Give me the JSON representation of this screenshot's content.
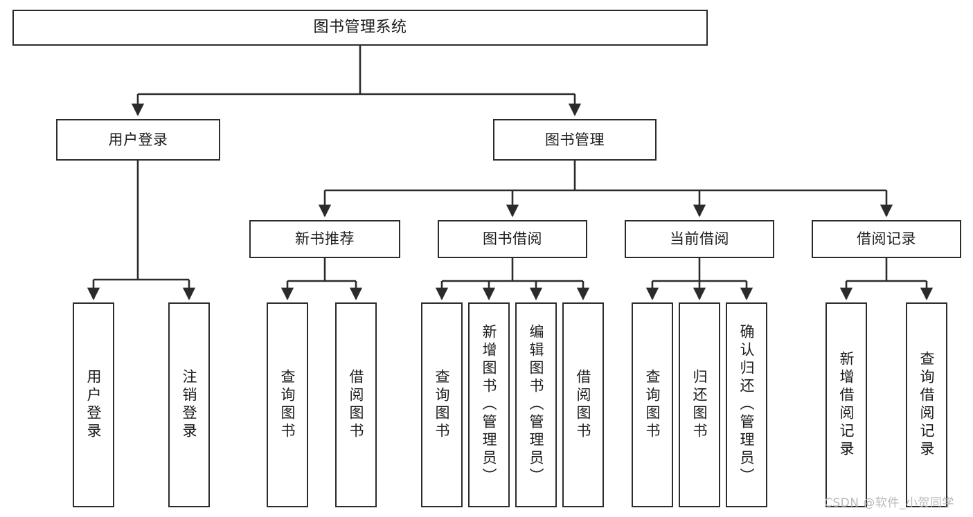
{
  "diagram": {
    "type": "tree",
    "title": "图书管理系统",
    "orientation": "top-down",
    "colors": {
      "box_border": "#2b2b2b",
      "box_fill": "#ffffff",
      "connector": "#2b2b2b",
      "text": "#1b1b1b",
      "watermark": "#b9b9b9",
      "background": "#ffffff"
    }
  },
  "watermark": {
    "text": "CSDN @软件_小贺同学"
  },
  "nodes": {
    "root": {
      "label": "图书管理系统"
    },
    "level2": [
      {
        "label": "用户登录"
      },
      {
        "label": "图书管理"
      }
    ],
    "level3": [
      {
        "label": "新书推荐"
      },
      {
        "label": "图书借阅"
      },
      {
        "label": "当前借阅"
      },
      {
        "label": "借阅记录"
      }
    ],
    "leaves": {
      "user_login": [
        {
          "label": "用户登录"
        },
        {
          "label": "注销登录"
        }
      ],
      "new_book_recommend": [
        {
          "label": "查询图书"
        },
        {
          "label": "借阅图书"
        }
      ],
      "book_borrow": [
        {
          "label": "查询图书"
        },
        {
          "label": "新增图书（管理员）"
        },
        {
          "label": "编辑图书（管理员）"
        },
        {
          "label": "借阅图书"
        }
      ],
      "current_borrow": [
        {
          "label": "查询图书"
        },
        {
          "label": "归还图书"
        },
        {
          "label": "确认归还（管理员）"
        }
      ],
      "borrow_record": [
        {
          "label": "新增借阅记录"
        },
        {
          "label": "查询借阅记录"
        }
      ]
    }
  }
}
